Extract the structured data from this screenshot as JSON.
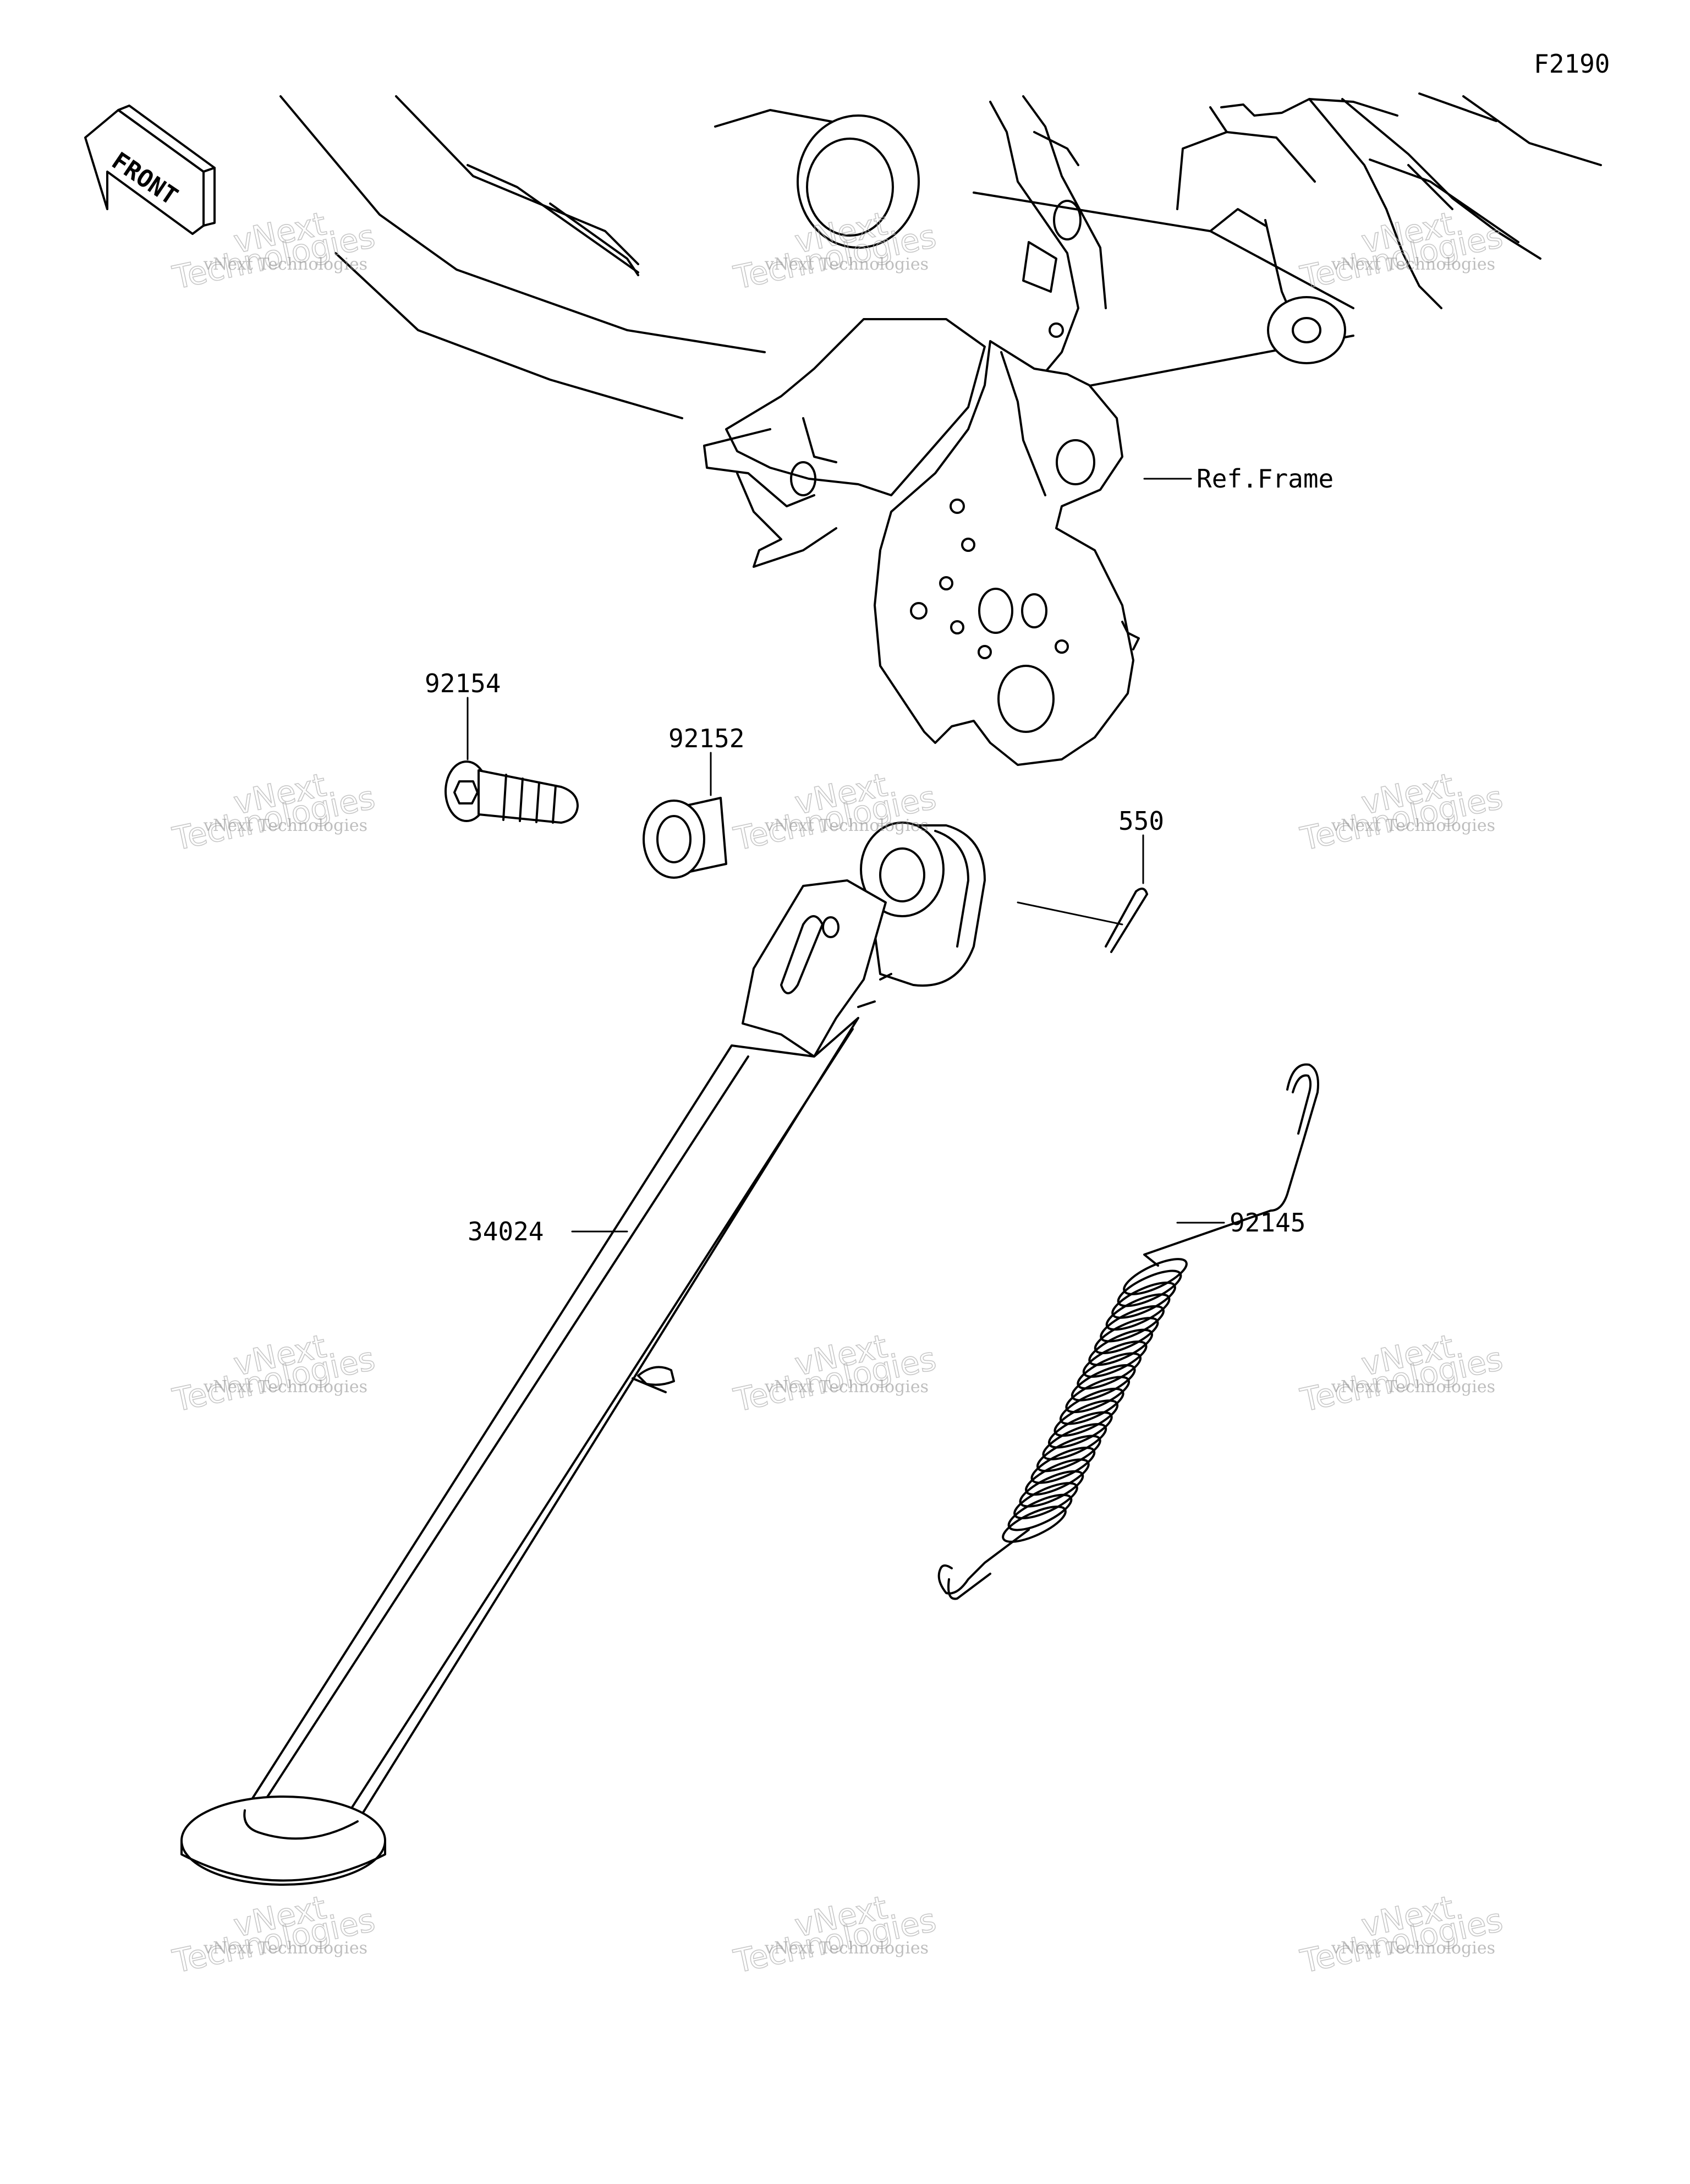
{
  "figure_code": "F2190",
  "front_label": "FRONT",
  "reference_label": "Ref.Frame",
  "parts": [
    {
      "number": "92154"
    },
    {
      "number": "92152"
    },
    {
      "number": "550"
    },
    {
      "number": "34024"
    },
    {
      "number": "92145"
    }
  ],
  "watermark": {
    "line1": "vNext Technologies",
    "line2": "Technologies",
    "line3": "vNext"
  }
}
